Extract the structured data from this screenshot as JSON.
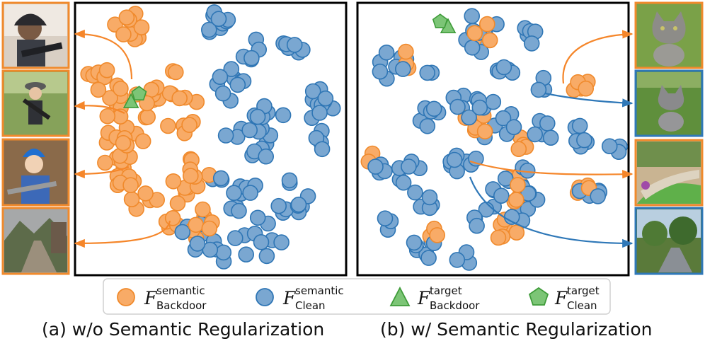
{
  "colors": {
    "backdoor_fill": "#f8ab67",
    "backdoor_edge": "#f08a2c",
    "clean_fill": "#7aa7d1",
    "clean_edge": "#2f76b5",
    "target_fill": "#7cc576",
    "target_edge": "#3f9c3a",
    "orange_arrow": "#f5862a",
    "blue_arrow": "#2f78b8"
  },
  "legend": [
    {
      "id": "backdoor-semantic",
      "marker": "circle",
      "color": "orange",
      "main": "F",
      "sup": "semantic",
      "sub": "Backdoor"
    },
    {
      "id": "clean-semantic",
      "marker": "circle",
      "color": "blue",
      "main": "F",
      "sup": "semantic",
      "sub": "Clean"
    },
    {
      "id": "backdoor-target",
      "marker": "triangle",
      "color": "green",
      "main": "F",
      "sup": "target",
      "sub": "Backdoor"
    },
    {
      "id": "clean-target",
      "marker": "pentagon",
      "color": "green",
      "main": "F",
      "sup": "target",
      "sub": "Clean"
    }
  ],
  "captions": {
    "a": "(a) w/o Semantic Regularization",
    "b": "(b) w/ Semantic Regularization"
  },
  "thumbnails": {
    "left": [
      {
        "id": "child-with-gun-dark-hat",
        "border": "orange"
      },
      {
        "id": "child-with-gun-field",
        "border": "orange"
      },
      {
        "id": "boy-with-rifle-helmet",
        "border": "orange"
      },
      {
        "id": "mountain-road-scene",
        "border": "orange"
      }
    ],
    "right": [
      {
        "id": "cat-on-grass",
        "border": "orange"
      },
      {
        "id": "cat-walking-grass",
        "border": "blue"
      },
      {
        "id": "backyard-garden",
        "border": "orange"
      },
      {
        "id": "garden-path",
        "border": "blue"
      }
    ]
  },
  "chart_data": [
    {
      "type": "scatter",
      "title": "",
      "caption": "(a) w/o Semantic Regularization",
      "xlim": [
        0,
        100
      ],
      "ylim": [
        0,
        100
      ],
      "series": [
        {
          "name": "F^semantic_Backdoor",
          "color": "orange",
          "clusters": [
            {
              "x": 19,
              "y": 92,
              "n": 9,
              "r": 6
            },
            {
              "x": 35,
              "y": 77,
              "n": 2,
              "r": 4
            },
            {
              "x": 10,
              "y": 70,
              "n": 11,
              "r": 9
            },
            {
              "x": 32,
              "y": 68,
              "n": 6,
              "r": 6
            },
            {
              "x": 38,
              "y": 60,
              "n": 10,
              "r": 8
            },
            {
              "x": 20,
              "y": 58,
              "n": 14,
              "r": 11
            },
            {
              "x": 17,
              "y": 41,
              "n": 14,
              "r": 10
            },
            {
              "x": 24,
              "y": 30,
              "n": 7,
              "r": 8
            },
            {
              "x": 44,
              "y": 37,
              "n": 8,
              "r": 6
            },
            {
              "x": 40,
              "y": 26,
              "n": 10,
              "r": 10
            },
            {
              "x": 47,
              "y": 16,
              "n": 4,
              "r": 5
            },
            {
              "x": 34,
              "y": 19,
              "n": 2,
              "r": 3
            }
          ]
        },
        {
          "name": "F^semantic_Clean",
          "color": "blue",
          "clusters": [
            {
              "x": 51,
              "y": 95,
              "n": 9,
              "r": 6
            },
            {
              "x": 64,
              "y": 84,
              "n": 5,
              "r": 5
            },
            {
              "x": 80,
              "y": 84,
              "n": 6,
              "r": 5
            },
            {
              "x": 59,
              "y": 70,
              "n": 9,
              "r": 7
            },
            {
              "x": 90,
              "y": 64,
              "n": 10,
              "r": 7
            },
            {
              "x": 72,
              "y": 58,
              "n": 8,
              "r": 7
            },
            {
              "x": 63,
              "y": 48,
              "n": 11,
              "r": 9
            },
            {
              "x": 93,
              "y": 50,
              "n": 4,
              "r": 4
            },
            {
              "x": 58,
              "y": 31,
              "n": 12,
              "r": 9
            },
            {
              "x": 82,
              "y": 28,
              "n": 10,
              "r": 8
            },
            {
              "x": 45,
              "y": 12,
              "n": 8,
              "r": 7
            },
            {
              "x": 68,
              "y": 12,
              "n": 10,
              "r": 9
            },
            {
              "x": 53,
              "y": 6,
              "n": 3,
              "r": 3
            }
          ]
        },
        {
          "name": "F^target_Backdoor",
          "color": "green",
          "marker": "triangle",
          "points": [
            [
              20,
              64
            ]
          ]
        },
        {
          "name": "F^target_Clean",
          "color": "green",
          "marker": "pentagon",
          "points": [
            [
              23,
              67
            ]
          ]
        }
      ]
    },
    {
      "type": "scatter",
      "title": "",
      "caption": "(b) w/ Semantic Regularization",
      "xlim": [
        0,
        100
      ],
      "ylim": [
        0,
        100
      ],
      "series": [
        {
          "name": "F^semantic_Backdoor",
          "color": "orange",
          "clusters": [
            {
              "x": 19,
              "y": 80,
              "n": 3,
              "r": 4
            },
            {
              "x": 45,
              "y": 90,
              "n": 4,
              "r": 5
            },
            {
              "x": 83,
              "y": 70,
              "n": 5,
              "r": 4
            },
            {
              "x": 42,
              "y": 55,
              "n": 6,
              "r": 6
            },
            {
              "x": 59,
              "y": 50,
              "n": 4,
              "r": 5
            },
            {
              "x": 59,
              "y": 32,
              "n": 6,
              "r": 6
            },
            {
              "x": 54,
              "y": 18,
              "n": 6,
              "r": 6
            },
            {
              "x": 5,
              "y": 42,
              "n": 2,
              "r": 3
            },
            {
              "x": 85,
              "y": 30,
              "n": 4,
              "r": 4
            },
            {
              "x": 28,
              "y": 15,
              "n": 3,
              "r": 3
            }
          ]
        },
        {
          "name": "F^semantic_Clean",
          "color": "blue",
          "clusters": [
            {
              "x": 12,
              "y": 78,
              "n": 8,
              "r": 6
            },
            {
              "x": 27,
              "y": 76,
              "n": 2,
              "r": 3
            },
            {
              "x": 46,
              "y": 90,
              "n": 11,
              "r": 8
            },
            {
              "x": 63,
              "y": 88,
              "n": 5,
              "r": 4
            },
            {
              "x": 54,
              "y": 74,
              "n": 5,
              "r": 4
            },
            {
              "x": 68,
              "y": 70,
              "n": 3,
              "r": 4
            },
            {
              "x": 40,
              "y": 64,
              "n": 8,
              "r": 6
            },
            {
              "x": 25,
              "y": 59,
              "n": 6,
              "r": 5
            },
            {
              "x": 50,
              "y": 56,
              "n": 8,
              "r": 8
            },
            {
              "x": 68,
              "y": 53,
              "n": 5,
              "r": 5
            },
            {
              "x": 84,
              "y": 52,
              "n": 6,
              "r": 5
            },
            {
              "x": 96,
              "y": 48,
              "n": 3,
              "r": 3
            },
            {
              "x": 39,
              "y": 41,
              "n": 8,
              "r": 6
            },
            {
              "x": 6,
              "y": 40,
              "n": 4,
              "r": 4
            },
            {
              "x": 18,
              "y": 37,
              "n": 6,
              "r": 5
            },
            {
              "x": 60,
              "y": 36,
              "n": 6,
              "r": 6
            },
            {
              "x": 87,
              "y": 32,
              "n": 6,
              "r": 5
            },
            {
              "x": 24,
              "y": 27,
              "n": 5,
              "r": 5
            },
            {
              "x": 52,
              "y": 23,
              "n": 12,
              "r": 10
            },
            {
              "x": 10,
              "y": 18,
              "n": 3,
              "r": 3
            },
            {
              "x": 24,
              "y": 10,
              "n": 7,
              "r": 5
            },
            {
              "x": 39,
              "y": 6,
              "n": 3,
              "r": 3
            },
            {
              "x": 64,
              "y": 26,
              "n": 4,
              "r": 4
            }
          ]
        },
        {
          "name": "F^target_Backdoor",
          "color": "green",
          "marker": "triangle",
          "points": [
            [
              33,
              92
            ]
          ]
        },
        {
          "name": "F^target_Clean",
          "color": "green",
          "marker": "pentagon",
          "points": [
            [
              30,
              94
            ]
          ]
        }
      ]
    }
  ]
}
